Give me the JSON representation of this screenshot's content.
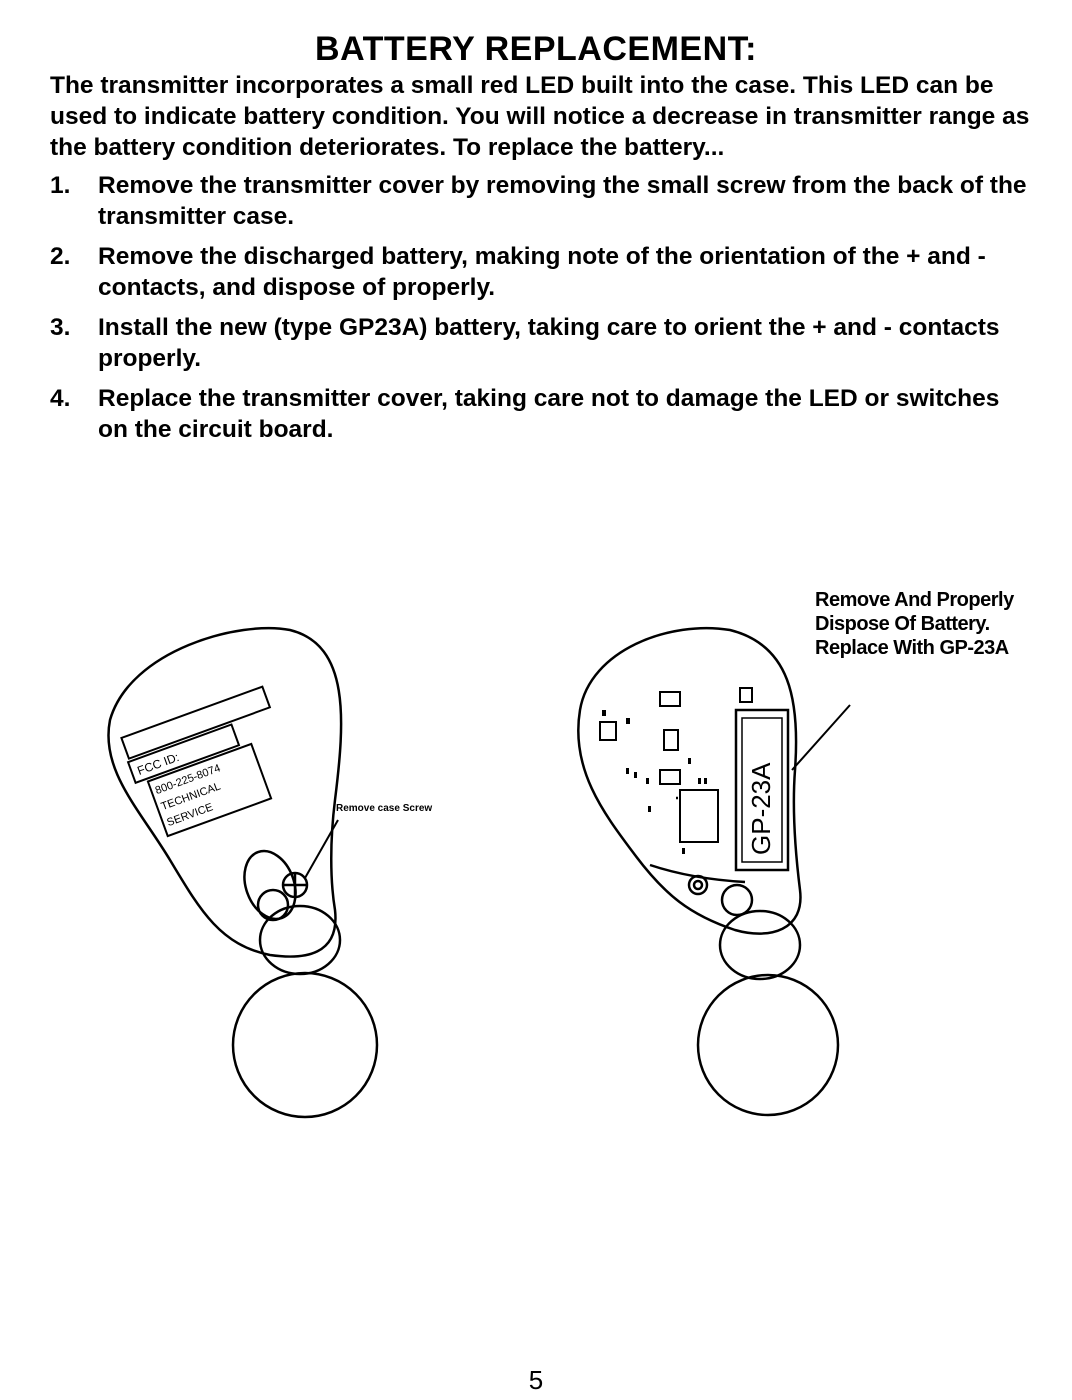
{
  "heading": "BATTERY REPLACEMENT:",
  "intro": "The transmitter incorporates a small red LED built into the case. This LED can be used to indicate battery condition. You will notice a decrease in transmitter range as the battery condition deteriorates. To replace the battery...",
  "steps": [
    {
      "num": "1.",
      "text": "Remove the transmitter cover by removing the small screw from the back of the transmitter case."
    },
    {
      "num": "2.",
      "text": "Remove the discharged battery, making note of the orientation of the + and -contacts, and dispose of properly."
    },
    {
      "num": "3.",
      "text": "Install the new (type GP23A) battery, taking care to orient the + and - contacts properly."
    },
    {
      "num": "4.",
      "text": "Replace the transmitter cover, taking care not to damage the LED or switches on the circuit board."
    }
  ],
  "left_figure": {
    "label_fcc": "FCC ID:",
    "label_phone": "800-225-8074",
    "label_tech": "TECHNICAL",
    "label_service": "SERVICE",
    "callout": "Remove case Screw"
  },
  "right_figure": {
    "battery_label": "GP-23A",
    "callout": "Remove And Properly Dispose Of Battery. Replace With GP-23A"
  },
  "page_number": "5"
}
